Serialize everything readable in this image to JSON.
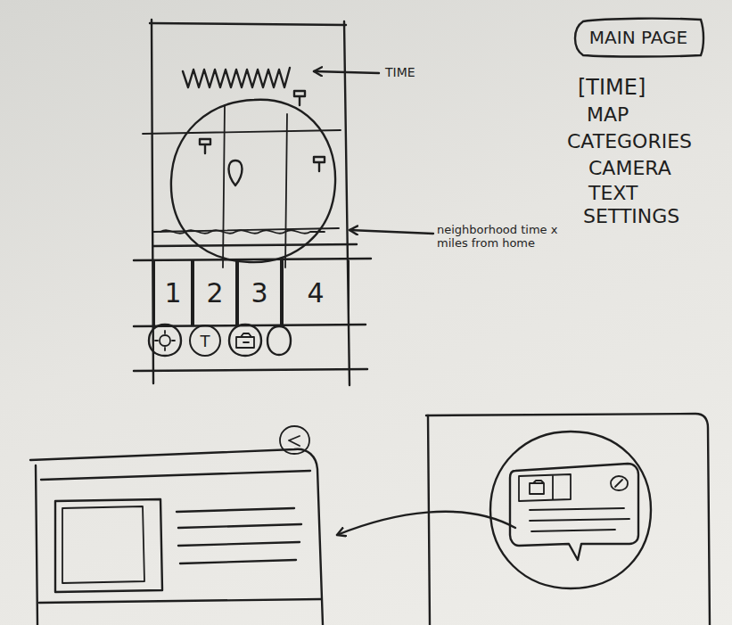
{
  "diagram": {
    "nodes": [
      {
        "text": [
          "MAIN PAGE"
        ]
      },
      {
        "text": [
          "1"
        ]
      },
      {
        "text": [
          "2"
        ]
      },
      {
        "text": [
          "3"
        ]
      },
      {
        "text": [
          "4"
        ]
      },
      {
        "text": [
          "T"
        ]
      }
    ],
    "labels": [
      "TIME",
      "[TIME]",
      "MAP",
      "CATEGORIES",
      "CAMERA",
      "TEXT",
      "SETTINGS",
      "neighborhood time x miles from home"
    ]
  }
}
